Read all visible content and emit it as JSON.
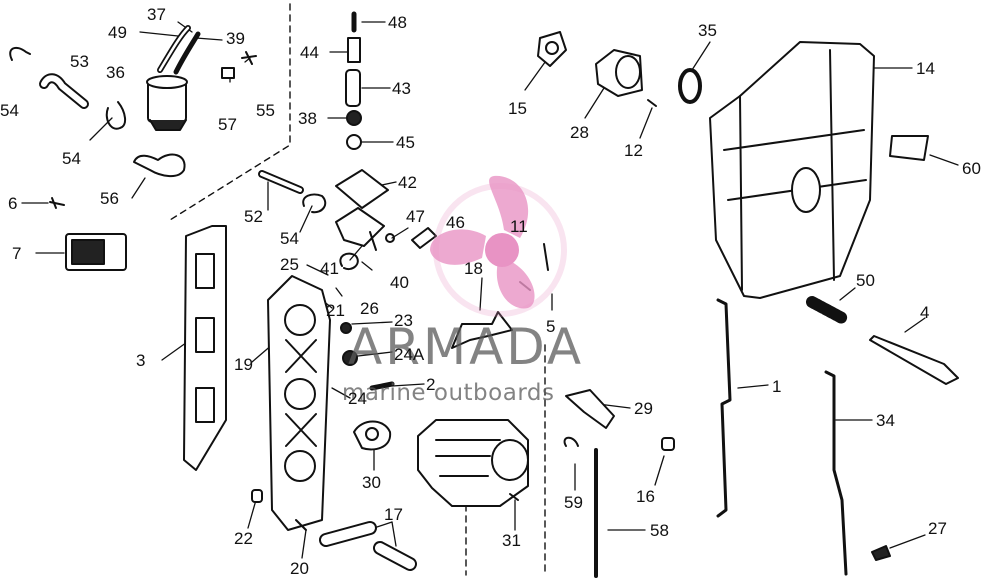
{
  "watermark": {
    "name": "ARMADA",
    "tagline": "marine outboards",
    "color": "#e893c4"
  },
  "callouts": [
    {
      "id": "c37",
      "text": "37"
    },
    {
      "id": "c49",
      "text": "49"
    },
    {
      "id": "c39",
      "text": "39"
    },
    {
      "id": "c48",
      "text": "48"
    },
    {
      "id": "c53",
      "text": "53"
    },
    {
      "id": "c36",
      "text": "36"
    },
    {
      "id": "c44",
      "text": "44"
    },
    {
      "id": "c54a",
      "text": "54"
    },
    {
      "id": "c57",
      "text": "57"
    },
    {
      "id": "c55",
      "text": "55"
    },
    {
      "id": "c43",
      "text": "43"
    },
    {
      "id": "c38",
      "text": "38"
    },
    {
      "id": "c54b",
      "text": "54"
    },
    {
      "id": "c45",
      "text": "45"
    },
    {
      "id": "c42",
      "text": "42"
    },
    {
      "id": "c56",
      "text": "56"
    },
    {
      "id": "c6",
      "text": "6"
    },
    {
      "id": "c52",
      "text": "52"
    },
    {
      "id": "c7",
      "text": "7"
    },
    {
      "id": "c54c",
      "text": "54"
    },
    {
      "id": "c47",
      "text": "47"
    },
    {
      "id": "c46",
      "text": "46"
    },
    {
      "id": "c11",
      "text": "11"
    },
    {
      "id": "c18",
      "text": "18"
    },
    {
      "id": "c25",
      "text": "25"
    },
    {
      "id": "c41",
      "text": "41"
    },
    {
      "id": "c40",
      "text": "40"
    },
    {
      "id": "c26",
      "text": "26"
    },
    {
      "id": "c21",
      "text": "21"
    },
    {
      "id": "c23",
      "text": "23"
    },
    {
      "id": "c5",
      "text": "5"
    },
    {
      "id": "c3",
      "text": "3"
    },
    {
      "id": "c19",
      "text": "19"
    },
    {
      "id": "c24A",
      "text": "24A"
    },
    {
      "id": "c2",
      "text": "2"
    },
    {
      "id": "c24",
      "text": "24"
    },
    {
      "id": "c29",
      "text": "29"
    },
    {
      "id": "c30",
      "text": "30"
    },
    {
      "id": "c59",
      "text": "59"
    },
    {
      "id": "c16",
      "text": "16"
    },
    {
      "id": "c22",
      "text": "22"
    },
    {
      "id": "c17",
      "text": "17"
    },
    {
      "id": "c31",
      "text": "31"
    },
    {
      "id": "c58",
      "text": "58"
    },
    {
      "id": "c20",
      "text": "20"
    },
    {
      "id": "c15",
      "text": "15"
    },
    {
      "id": "c28",
      "text": "28"
    },
    {
      "id": "c35",
      "text": "35"
    },
    {
      "id": "c12",
      "text": "12"
    },
    {
      "id": "c14",
      "text": "14"
    },
    {
      "id": "c60",
      "text": "60"
    },
    {
      "id": "c50",
      "text": "50"
    },
    {
      "id": "c4",
      "text": "4"
    },
    {
      "id": "c1",
      "text": "1"
    },
    {
      "id": "c34",
      "text": "34"
    },
    {
      "id": "c27",
      "text": "27"
    }
  ]
}
